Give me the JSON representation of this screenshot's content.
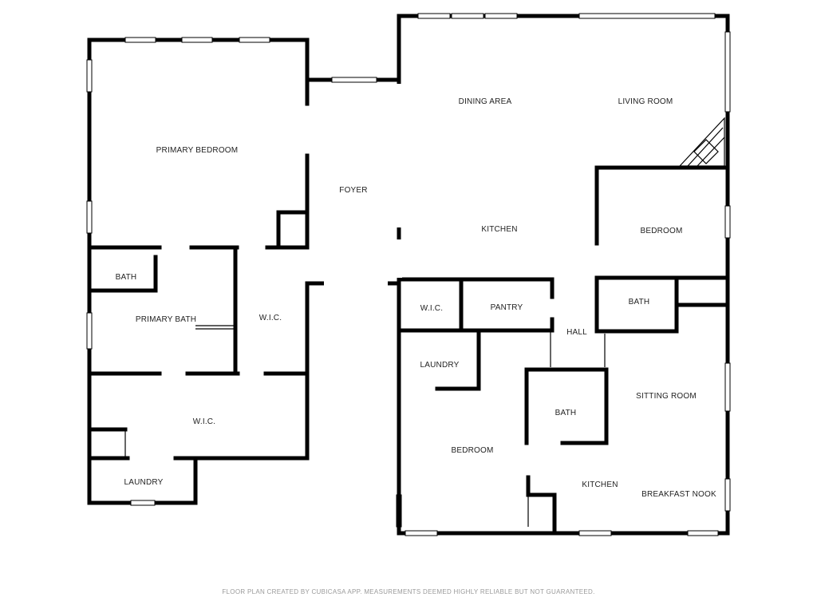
{
  "rooms": {
    "primary_bedroom": "PRIMARY BEDROOM",
    "foyer": "FOYER",
    "bath_small": "BATH",
    "primary_bath": "PRIMARY BATH",
    "wic_primary": "W.I.C.",
    "wic_lower": "W.I.C.",
    "laundry_left": "LAUNDRY",
    "dining_area": "DINING AREA",
    "living_room": "LIVING ROOM",
    "kitchen_main": "KITCHEN",
    "bedroom_right": "BEDROOM",
    "wic_right": "W.I.C.",
    "pantry": "PANTRY",
    "hall": "HALL",
    "bath_right": "BATH",
    "laundry_right": "LAUNDRY",
    "bath_center": "BATH",
    "sitting_room": "SITTING ROOM",
    "bedroom_lower": "BEDROOM",
    "kitchen_lower": "KITCHEN",
    "breakfast_nook": "BREAKFAST NOOK"
  },
  "footer": "FLOOR PLAN CREATED BY CUBICASA APP. MEASUREMENTS DEEMED HIGHLY RELIABLE BUT NOT GUARANTEED.",
  "colors": {
    "wall": "#000000",
    "window": "#bbbbbb",
    "label": "#222222",
    "footer": "#9a9a9a"
  }
}
